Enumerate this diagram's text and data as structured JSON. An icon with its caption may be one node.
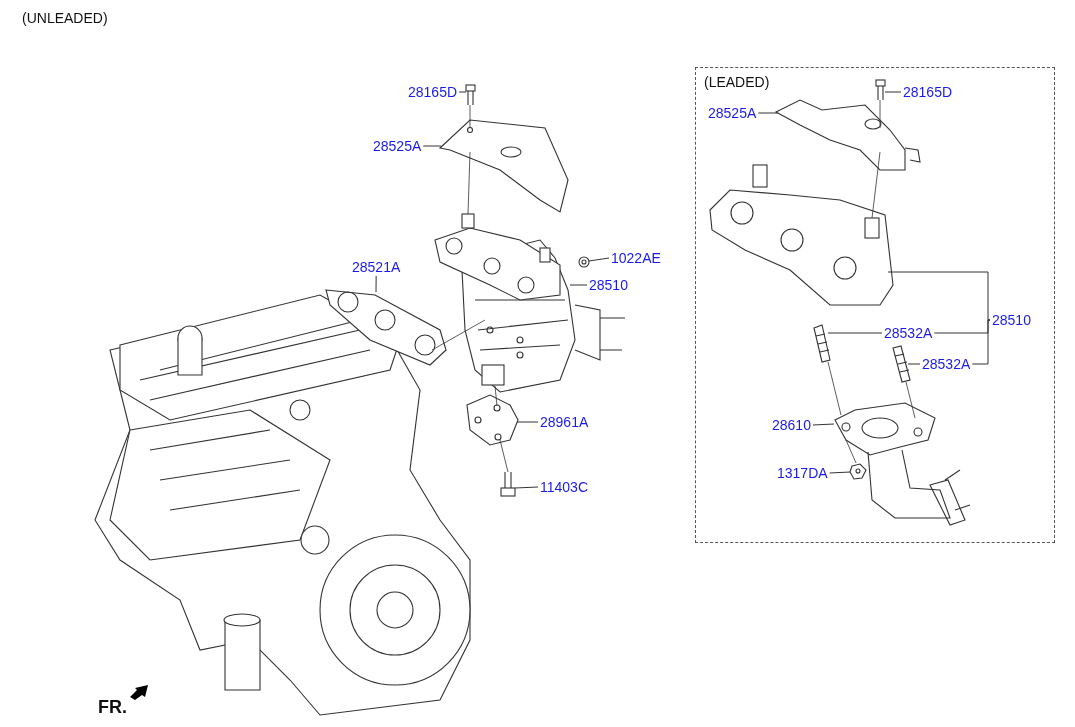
{
  "diagram": {
    "nodes": [
      {
        "text": [
          "28165D"
        ]
      },
      {
        "text": [
          "28525A"
        ]
      },
      {
        "text": [
          "28521A"
        ]
      },
      {
        "text": [
          "1022AE"
        ]
      },
      {
        "text": [
          "28510"
        ]
      },
      {
        "text": [
          "28961A"
        ]
      },
      {
        "text": [
          "11403C"
        ]
      },
      {
        "text": [
          "(LEADED)"
        ]
      },
      {
        "text": [
          "28165D"
        ],
        "in": 7
      },
      {
        "text": [
          "28525A"
        ],
        "in": 7
      },
      {
        "text": [
          "28510"
        ],
        "in": 7
      },
      {
        "text": [
          "28532A"
        ],
        "in": 7
      },
      {
        "text": [
          "28532A"
        ],
        "in": 7
      },
      {
        "text": [
          "28610"
        ],
        "in": 7
      },
      {
        "text": [
          "1317DA"
        ],
        "in": 7
      },
      {
        "text": [],
        "shape": "picture"
      },
      {
        "text": [],
        "shape": "picture"
      },
      {
        "text": [],
        "shape": "picture"
      },
      {
        "text": [],
        "shape": "picture"
      },
      {
        "text": [],
        "shape": "picture"
      },
      {
        "text": [],
        "shape": "picture"
      },
      {
        "text": [],
        "shape": "picture"
      },
      {
        "text": [],
        "shape": "picture",
        "in": 7
      },
      {
        "text": [],
        "shape": "picture",
        "in": 7
      },
      {
        "text": [],
        "shape": "picture",
        "in": 7
      },
      {
        "text": [],
        "shape": "picture",
        "in": 7
      },
      {
        "text": [],
        "shape": "picture",
        "in": 7
      },
      {
        "text": [],
        "shape": "picture",
        "in": 7
      },
      {
        "text": [],
        "shape": "picture",
        "in": 27
      }
    ],
    "edges": [
      {
        "from": 0,
        "to": 15,
        "arrow": "none"
      },
      {
        "from": 1,
        "to": 16,
        "arrow": "none"
      },
      {
        "from": 2,
        "to": 17,
        "arrow": "none"
      },
      {
        "from": 3,
        "to": 18,
        "arrow": "none"
      },
      {
        "from": 4,
        "to": 19,
        "arrow": "none"
      },
      {
        "from": 5,
        "to": 20,
        "arrow": "none"
      },
      {
        "from": 6,
        "to": 21,
        "arrow": "none"
      },
      {
        "from": 8,
        "to": 22,
        "arrow": "none"
      },
      {
        "from": 9,
        "to": 23,
        "arrow": "none"
      },
      {
        "from": 10,
        "to": 24,
        "arrow": "none"
      },
      {
        "from": 10,
        "to": 11,
        "arrow": "none"
      },
      {
        "from": 10,
        "to": 12,
        "arrow": "none"
      },
      {
        "from": 11,
        "to": 25,
        "arrow": "none"
      },
      {
        "from": 12,
        "to": 26,
        "arrow": "none"
      },
      {
        "from": 13,
        "to": 27,
        "arrow": "none"
      },
      {
        "from": 14,
        "to": 28,
        "arrow": "none"
      },
      {
        "from": 15,
        "to": 16,
        "arrow": "none"
      },
      {
        "from": 16,
        "to": 19,
        "arrow": "none"
      },
      {
        "from": 17,
        "to": 19,
        "arrow": "none"
      },
      {
        "from": 19,
        "to": 20,
        "arrow": "none"
      },
      {
        "from": 20,
        "to": 21,
        "arrow": "none"
      },
      {
        "from": 22,
        "to": 23,
        "arrow": "none"
      },
      {
        "from": 23,
        "to": 24,
        "arrow": "none"
      },
      {
        "from": 25,
        "to": 27,
        "arrow": "none"
      },
      {
        "from": 26,
        "to": 27,
        "arrow": "none"
      },
      {
        "from": 27,
        "to": 28,
        "arrow": "none"
      }
    ],
    "labels": [
      "(UNLEADED)",
      "FR."
    ]
  }
}
